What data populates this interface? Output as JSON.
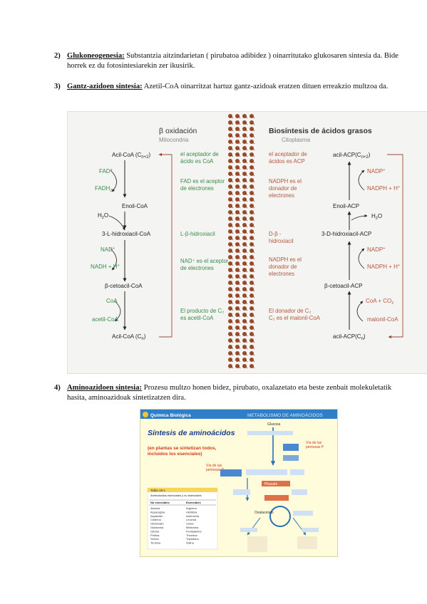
{
  "items": [
    {
      "number": "2)",
      "term": "Glukoneogenesia:",
      "text": " Substantzia aitzindarietan ( pirubatoa adibidez ) oinarritutako glukosaren sintesia da. Bide horrek ez du fotosintesiarekin zer ikusirik."
    },
    {
      "number": "3)",
      "term": "Gantz-azidoen sintesia:",
      "text": " Azetil-CoA oinarritzat hartuz gantz-azidoak eratzen dituen erreakzio multzoa da."
    },
    {
      "number": "4)",
      "term": "Aminoazidoen sintesia:",
      "text": " Prozesu multzo honen bidez, pirubato, oxalazetato eta beste zenbait molekuletatik hasita, aminoazidoak sintetizatzen dira."
    }
  ],
  "fig1": {
    "left_title": "β oxidación",
    "left_subtitle": "Mitocondria",
    "right_title": "Biosíntesis de ácidos grasos",
    "right_subtitle": "Citoplasma",
    "left_chain": {
      "acyl_top": "Acil-CoA (C",
      "acyl_top_sub": "n+2",
      "fad": "FAD",
      "fadh2": "FADH",
      "enoil": "Enoil-CoA",
      "h2o": "H",
      "hidroxi": "3-L-hidroxiacil-CoA",
      "nad": "NAD",
      "nadh": "NADH + H",
      "cetoacil": "β-cetoacil-CoA",
      "coa": "CoA",
      "acetil": "acetil-CoA",
      "acyl_bottom": "Acil-CoA (C",
      "acyl_bottom_sub": "n"
    },
    "left_notes": [
      [
        "el aceptador de",
        "ácido es CoA"
      ],
      [
        "FAD es el aceptor",
        "de electrones"
      ],
      [
        "L-β-hidroxiacil"
      ],
      [
        "NAD⁺ es el aceptor",
        "de electrones"
      ],
      [
        "El producto de C₂",
        "es acetil-CoA"
      ]
    ],
    "right_notes": [
      [
        "el aceptador de",
        "ácidos es ACP"
      ],
      [
        "NADPH es el",
        "donador de",
        "electrones"
      ],
      [
        "D-β -",
        "hidroxiacil"
      ],
      [
        "NADPH es el",
        "donador de",
        "electrones"
      ],
      [
        "El donador de C₂",
        "C₂ es el malonil-CoA"
      ]
    ],
    "right_chain": {
      "acyl_top": "acil-ACP(C",
      "acyl_top_sub": "n+2",
      "nadp": "NADP",
      "nadph": "NADPH + H",
      "enoil": "Enoil-ACP",
      "h2o": "H",
      "hidroxi": "3-D-hidroxiacil-ACP",
      "nadp2": "NADP",
      "nadph2": "NADPH + H",
      "cetoacil": "β-cetoacil-ACP",
      "coa_co2": "CoA + CO",
      "malonil": "malonil-CoA",
      "acyl_bottom": "acil-ACP(C",
      "acyl_bottom_sub": "n"
    }
  },
  "fig2": {
    "header_left": "Química Biológica",
    "header_right": "METABOLISMO DE AMINOÁCIDOS",
    "title": "Síntesis de aminoácidos",
    "note_line1": "(en plantas se sintetizan todos,",
    "note_line2": "incluidos los esenciales)",
    "label_via_pp_right": "Vía de las pentosas P",
    "label_via_pp_left": "Vía de las pentosas P",
    "glucosa": "Glucosa",
    "piruvato": "Piruvato",
    "oxalacetato": "Oxalacetato",
    "table_title": "Tabla 18-1",
    "table_caption": "Aminoácidos esenciales y no esenciales",
    "table_headers": [
      "No esenciales",
      "Esenciales"
    ],
    "table_rows": [
      [
        "Alanina",
        "Arginina"
      ],
      [
        "Asparagina",
        "Histidina"
      ],
      [
        "Aspartato",
        "Isoleucina"
      ],
      [
        "Cisteína",
        "Leucina"
      ],
      [
        "Glutamato",
        "Lisina"
      ],
      [
        "Glutamina",
        "Metionina"
      ],
      [
        "Glicina",
        "Fenilalanina"
      ],
      [
        "Prolina",
        "Treonina"
      ],
      [
        "Serina",
        "Triptófano"
      ],
      [
        "Tirosina",
        "Valina"
      ]
    ]
  }
}
